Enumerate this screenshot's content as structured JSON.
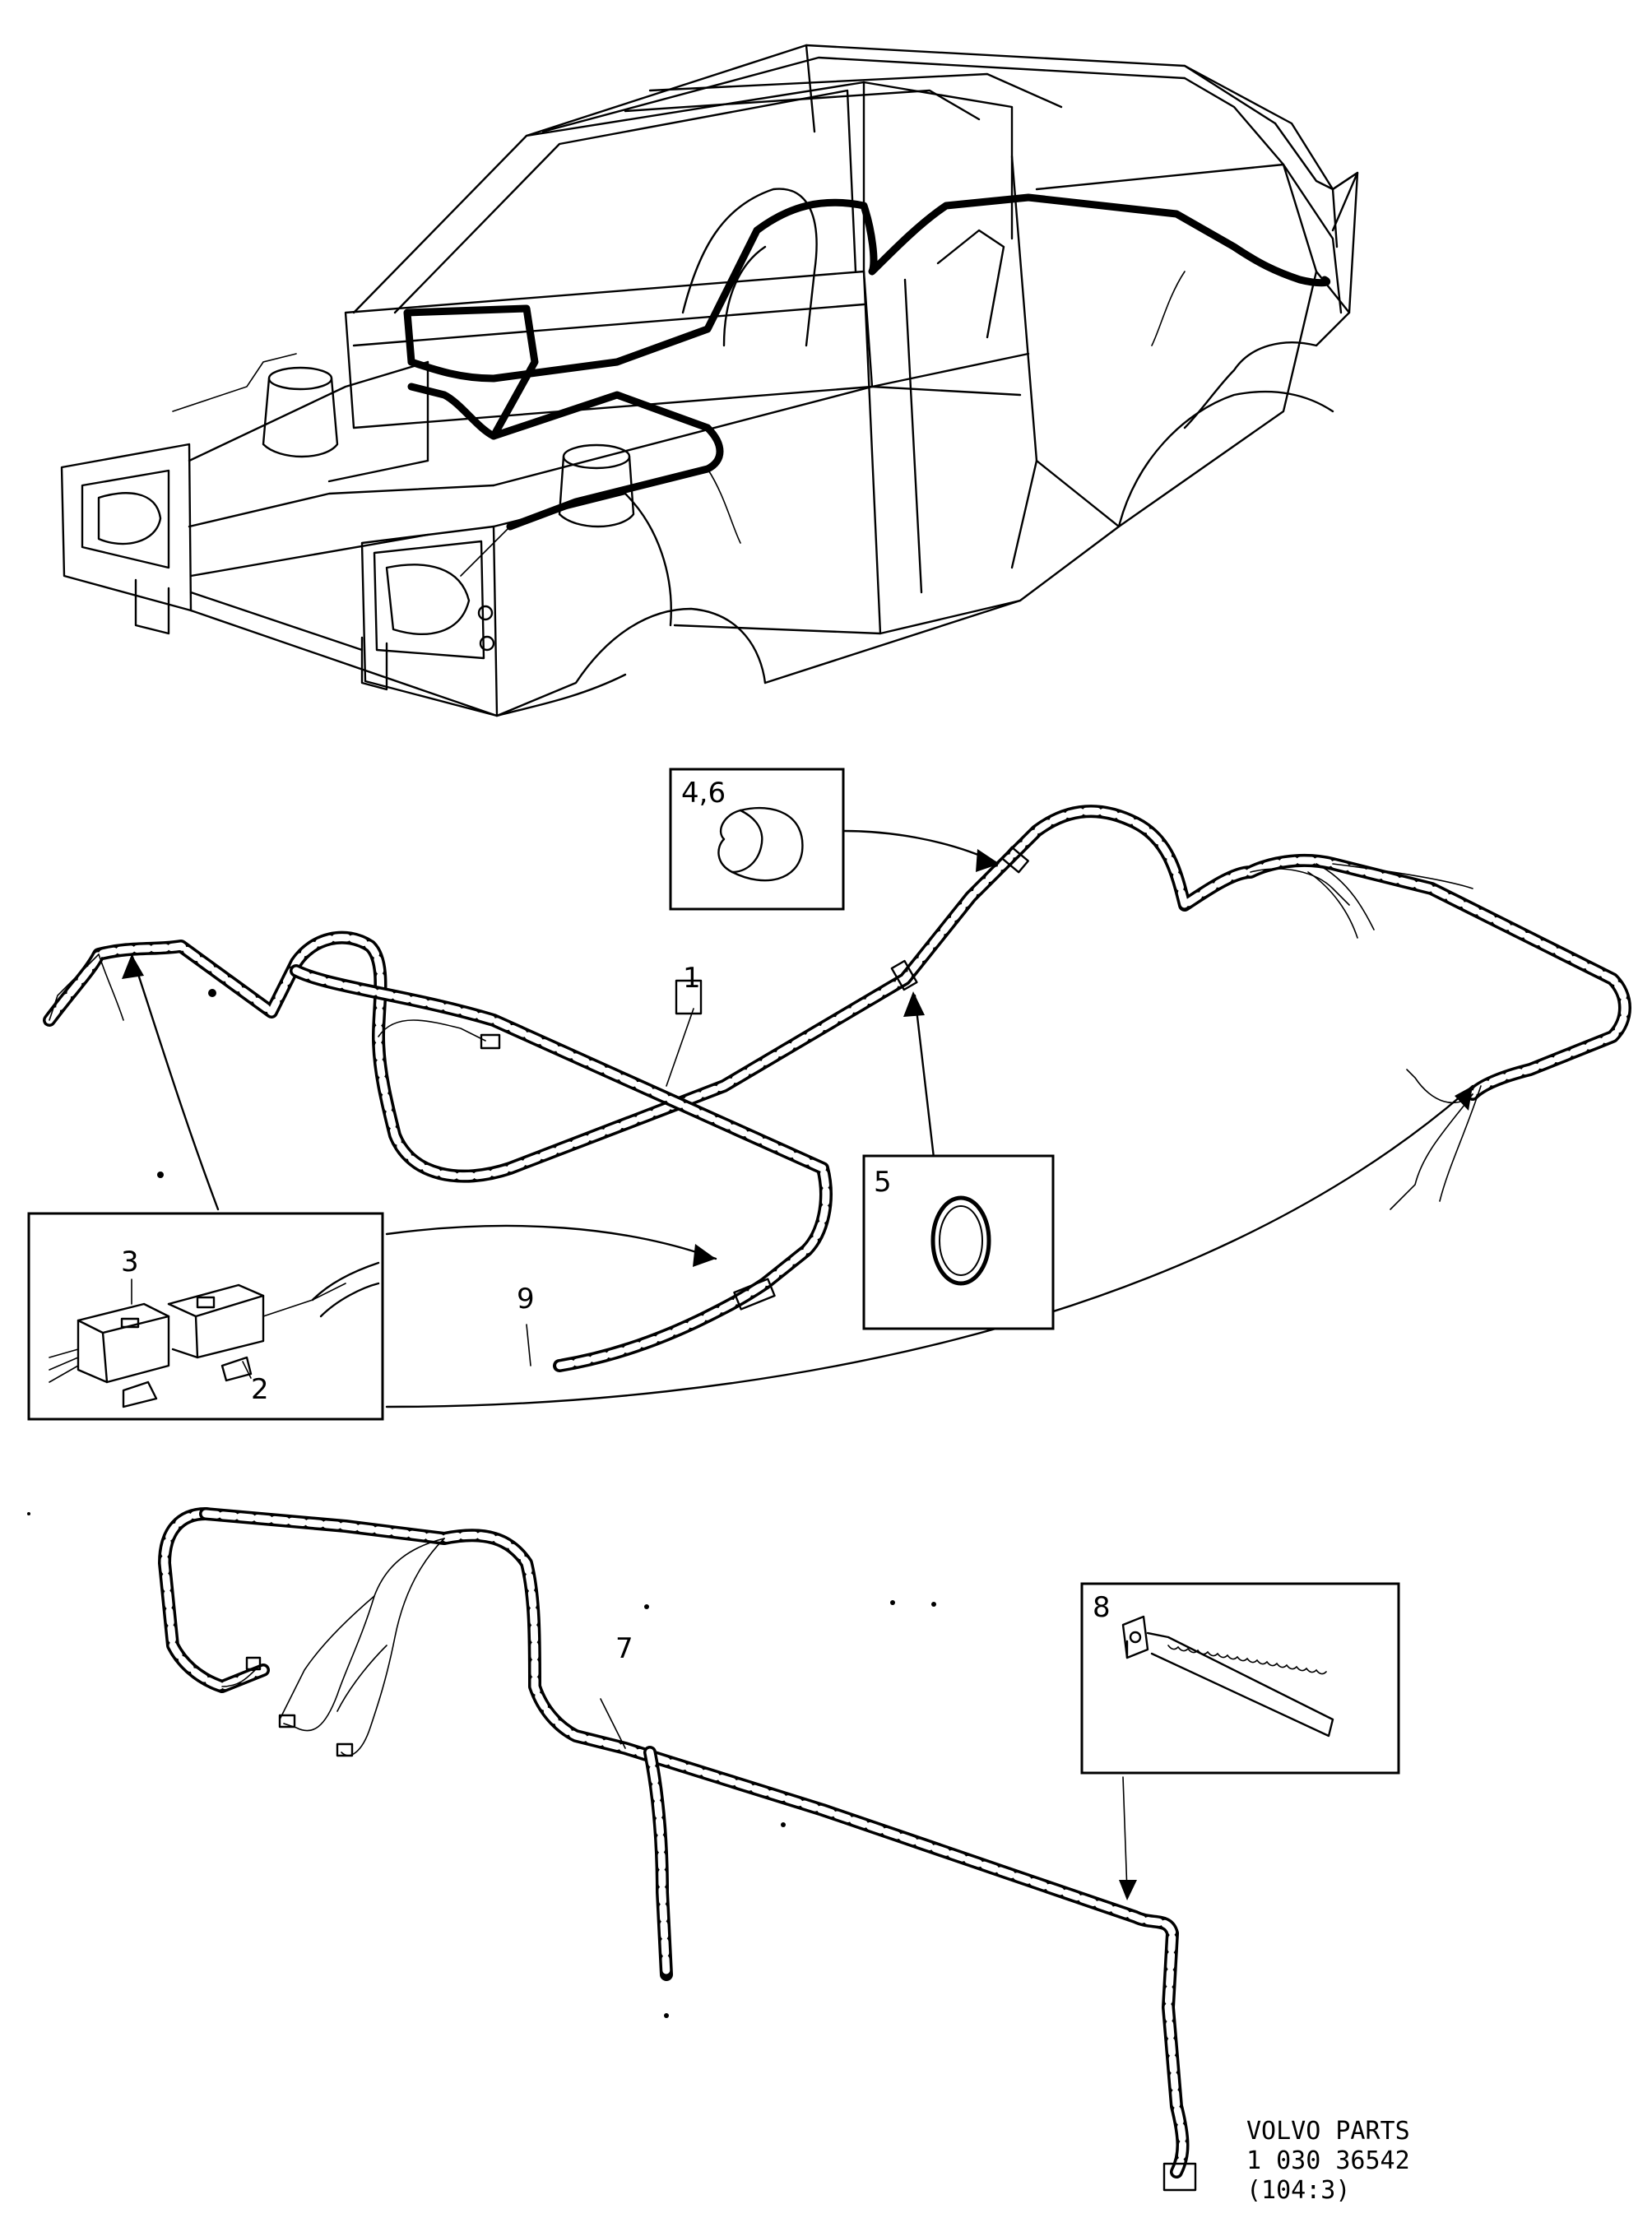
{
  "callouts": {
    "c1": "1",
    "c2": "2",
    "c3": "3",
    "c46": "4,6",
    "c5": "5",
    "c7": "7",
    "c8": "8",
    "c9": "9"
  },
  "footer": {
    "line1": "VOLVO  PARTS",
    "line2": "1  030  36542",
    "line3": "(104:3)"
  }
}
